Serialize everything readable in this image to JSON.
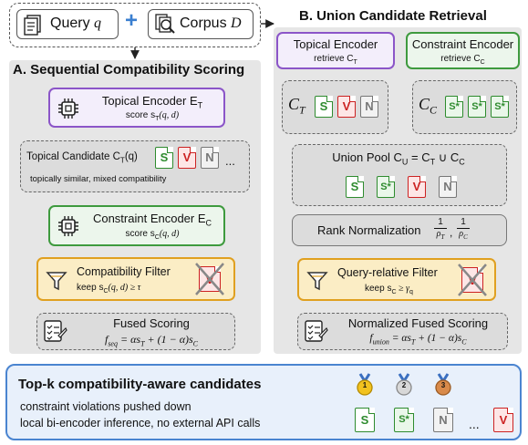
{
  "inputs": {
    "query_label": "Query",
    "query_symbol": "q",
    "plus": "+",
    "corpus_label": "Corpus",
    "corpus_symbol": "D"
  },
  "section_a": {
    "title": "A. Sequential Compatibility Scoring",
    "topical_encoder": {
      "title": "Topical Encoder E",
      "title_sub": "T",
      "score": "score s",
      "score_sub": "T",
      "score_args": "(q, d)"
    },
    "topical_candidate": {
      "label": "Topical Candidate C",
      "label_sub": "T",
      "label_args": "(q)",
      "note": "topically similar, mixed compatibility",
      "ellipsis": "..."
    },
    "constraint_encoder": {
      "title": "Constraint Encoder E",
      "title_sub": "C",
      "score": "score s",
      "score_sub": "C",
      "score_args": "(q, d)"
    },
    "compat_filter": {
      "title": "Compatibility Filter",
      "rule": "keep s",
      "rule_sub": "C",
      "rule_args": "(q, d) ≥ τ"
    },
    "fused": {
      "title": "Fused Scoring",
      "formula": "f",
      "formula_sub": "seq",
      "formula_rest": " = αs",
      "formula_sub2": "T",
      "formula_rest2": " + (1 − α)s",
      "formula_sub3": "C"
    }
  },
  "section_b": {
    "title": "B. Union Candidate Retrieval",
    "topical_encoder": {
      "title": "Topical Encoder",
      "retrieve": "retrieve C",
      "retrieve_sub": "T"
    },
    "constraint_encoder": {
      "title": "Constraint Encoder",
      "retrieve": "retrieve C",
      "retrieve_sub": "C"
    },
    "ct_label": "C",
    "ct_sub": "T",
    "cc_label": "C",
    "cc_sub": "C",
    "union_pool": {
      "label": "Union Pool C",
      "label_sub": "U",
      "rest": " = C",
      "rest_sub": "T",
      "rest2": " ∪ C",
      "rest2_sub": "C"
    },
    "rank_norm": {
      "label": "Rank Normalization",
      "f1_num": "1",
      "f1_den": "ρ",
      "f1_den_sub": "T",
      "f2_num": "1",
      "f2_den": "ρ",
      "f2_den_sub": "C"
    },
    "query_filter": {
      "title": "Query-relative Filter",
      "rule": "keep s",
      "rule_sub": "C",
      "rule_rest": " ≥ γ",
      "rule_sub2": "q"
    },
    "norm_fused": {
      "title": "Normalized Fused Scoring",
      "formula": "f",
      "formula_sub": "union",
      "formula_rest": " = αs",
      "formula_sub2": "T",
      "formula_rest2": " + (1 − α)s",
      "formula_sub3": "C"
    }
  },
  "bottom": {
    "title": "Top-k compatibility-aware candidates",
    "line1": "constraint violations pushed down",
    "line2": "local bi-encoder inference, no external API calls",
    "medals": [
      "1",
      "2",
      "3"
    ],
    "ellipsis": "..."
  },
  "docs": {
    "S": "S",
    "Sstar": "S*",
    "V": "V",
    "N": "N"
  },
  "colors": {
    "purple": "#8b55c8",
    "green": "#3e9a3e",
    "orange": "#e0a020",
    "red": "#cc2222",
    "blue": "#4a84d0"
  }
}
